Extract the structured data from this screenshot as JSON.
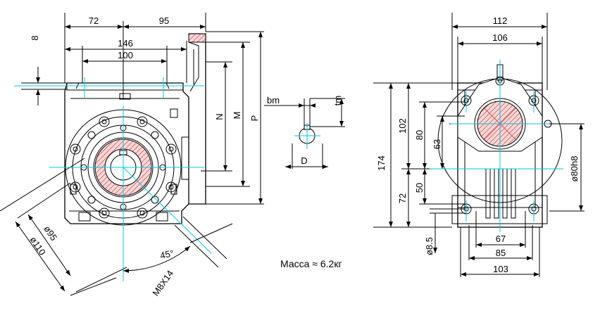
{
  "dims": {
    "d72": "72",
    "d95": "95",
    "d146": "146",
    "d100": "100",
    "d8": "8",
    "phi95": "ø95",
    "phi110": "ø110",
    "angle45": "45°",
    "thread": "M8X14",
    "N": "N",
    "M": "M",
    "P": "P",
    "bm": "bm",
    "tm": "tm",
    "D": "D",
    "d112": "112",
    "d106": "106",
    "d102": "102",
    "d80": "80",
    "d63": "63",
    "d174": "174",
    "d50": "50",
    "d72r": "72",
    "phi80h8": "ø80h8",
    "phi85": "ø8.5",
    "d67": "67",
    "d85": "85",
    "d103": "103"
  },
  "mass_label": "Масса ≈ 6.2кг",
  "colors": {
    "line": "#000000",
    "centerline": "#00c8e6",
    "hatch": "#e05050",
    "hatch_fill": "#f4dada"
  }
}
